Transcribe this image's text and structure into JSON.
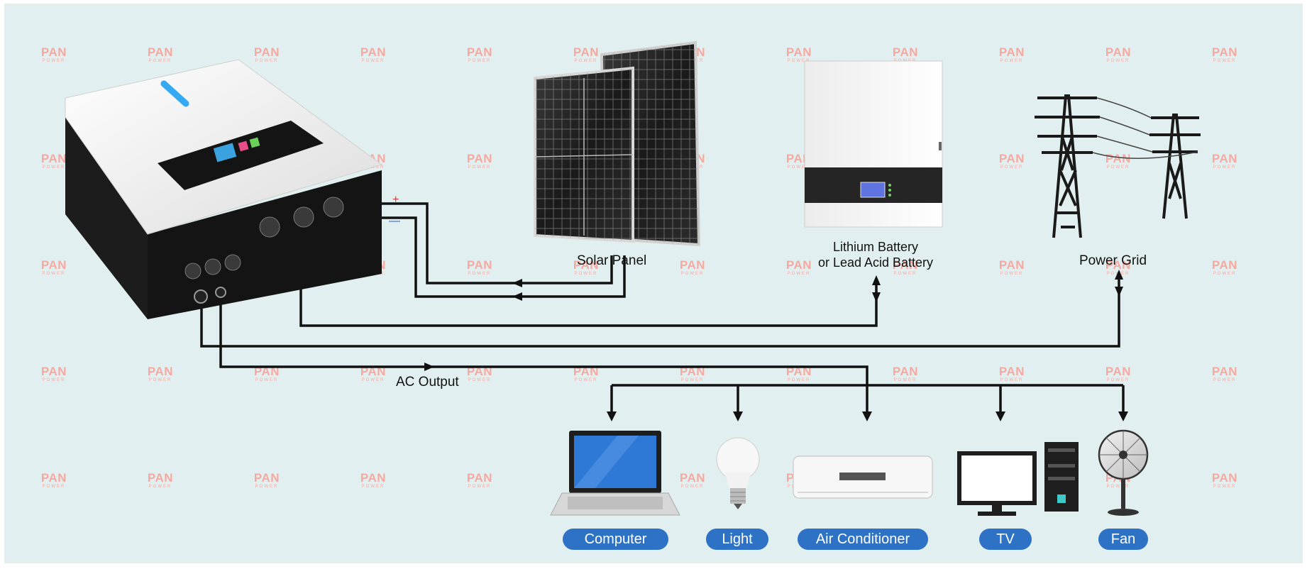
{
  "watermark": {
    "brand": "PAN",
    "sub": "POWER"
  },
  "labels": {
    "solar": "Solar Panel",
    "battery_line1": "Lithium Battery",
    "battery_line2": "or Lead Acid Battery",
    "grid": "Power Grid",
    "ac_output": "AC Output",
    "plus": "+",
    "minus": "—"
  },
  "devices": [
    {
      "label": "Computer"
    },
    {
      "label": "Light"
    },
    {
      "label": "Air Conditioner"
    },
    {
      "label": "TV"
    },
    {
      "label": "Fan"
    }
  ],
  "colors": {
    "background": "#e2eff0",
    "pill": "#2e72c6",
    "line": "#111111",
    "watermark": "#f5a9a0"
  }
}
